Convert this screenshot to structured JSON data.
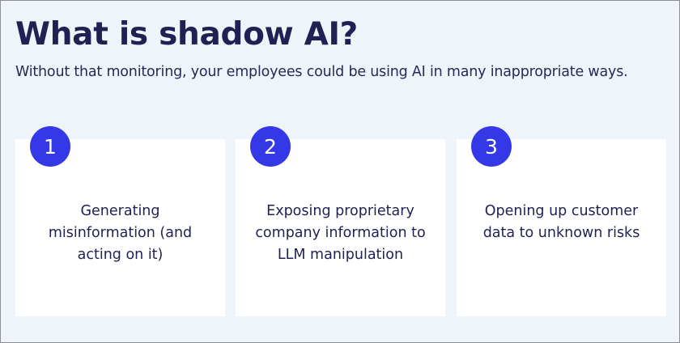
{
  "header": {
    "title": "What is shadow AI?",
    "subtitle": "Without that monitoring, your employees could be using AI in many inappropriate ways."
  },
  "cards": [
    {
      "number": "1",
      "text": "Generating misinformation (and acting on it)"
    },
    {
      "number": "2",
      "text": "Exposing proprietary company information to LLM manipulation"
    },
    {
      "number": "3",
      "text": "Opening up customer data to unknown risks"
    }
  ],
  "colors": {
    "background": "#eef4fa",
    "text": "#1f2152",
    "accent": "#3438e6",
    "card": "#ffffff"
  }
}
